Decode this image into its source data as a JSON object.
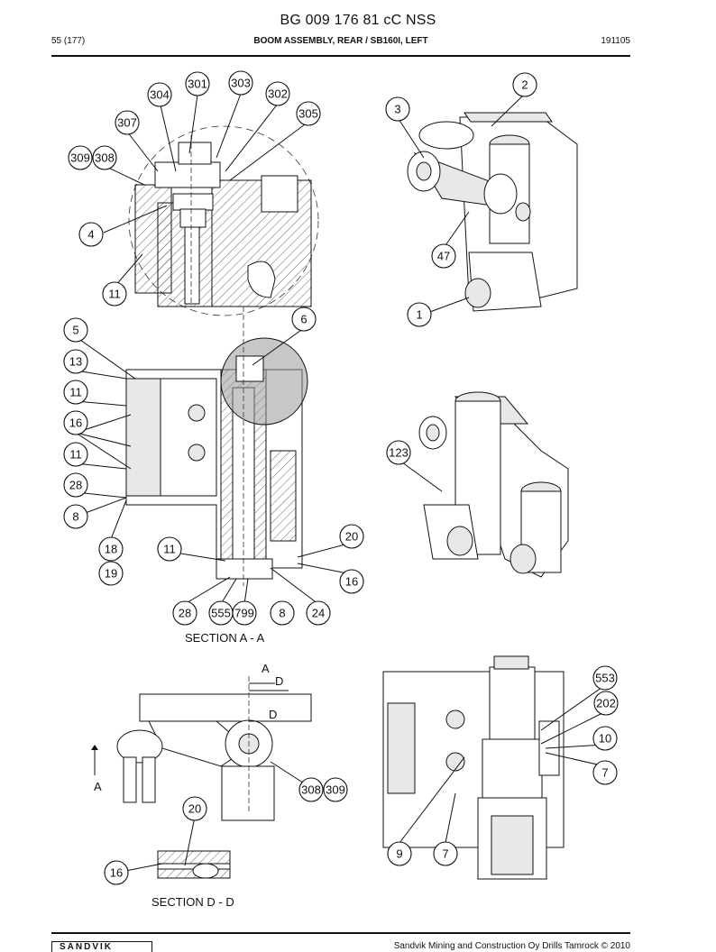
{
  "document": {
    "title": "BG 009 176 81 cC NSS",
    "page": "55 (177)",
    "section_title": "BOOM ASSEMBLY, REAR / SB160I, LEFT",
    "code": "191105"
  },
  "footer": {
    "logo": "SANDVIK",
    "copyright": "Sandvik Mining and Construction Oy Drills Tamrock © 2010"
  },
  "section_labels": {
    "section_aa": "SECTION A - A",
    "section_dd": "SECTION D - D",
    "arrow_a_top": "A",
    "arrow_d_top": "D",
    "arrow_d_mid": "D",
    "arrow_a_left": "A"
  },
  "callouts": [
    {
      "id": "c301",
      "label": "301"
    },
    {
      "id": "c303",
      "label": "303"
    },
    {
      "id": "c304",
      "label": "304"
    },
    {
      "id": "c302",
      "label": "302"
    },
    {
      "id": "c305",
      "label": "305"
    },
    {
      "id": "c307",
      "label": "307"
    },
    {
      "id": "c309a",
      "label": "309"
    },
    {
      "id": "c308a",
      "label": "308"
    },
    {
      "id": "c4",
      "label": "4"
    },
    {
      "id": "c11a",
      "label": "11"
    },
    {
      "id": "c2",
      "label": "2"
    },
    {
      "id": "c3",
      "label": "3"
    },
    {
      "id": "c47",
      "label": "47"
    },
    {
      "id": "c1",
      "label": "1"
    },
    {
      "id": "c5",
      "label": "5"
    },
    {
      "id": "c6",
      "label": "6"
    },
    {
      "id": "c13",
      "label": "13"
    },
    {
      "id": "c11b",
      "label": "11"
    },
    {
      "id": "c16a",
      "label": "16"
    },
    {
      "id": "c11c",
      "label": "11"
    },
    {
      "id": "c28a",
      "label": "28"
    },
    {
      "id": "c8a",
      "label": "8"
    },
    {
      "id": "c18",
      "label": "18"
    },
    {
      "id": "c19",
      "label": "19"
    },
    {
      "id": "c11d",
      "label": "11"
    },
    {
      "id": "c20a",
      "label": "20"
    },
    {
      "id": "c16b",
      "label": "16"
    },
    {
      "id": "c28b",
      "label": "28"
    },
    {
      "id": "c555",
      "label": "555"
    },
    {
      "id": "c799",
      "label": "799"
    },
    {
      "id": "c8b",
      "label": "8"
    },
    {
      "id": "c24",
      "label": "24"
    },
    {
      "id": "c123",
      "label": "123"
    },
    {
      "id": "c553",
      "label": "553"
    },
    {
      "id": "c202",
      "label": "202"
    },
    {
      "id": "c10",
      "label": "10"
    },
    {
      "id": "c7a",
      "label": "7"
    },
    {
      "id": "c308b",
      "label": "308"
    },
    {
      "id": "c309b",
      "label": "309"
    },
    {
      "id": "c20b",
      "label": "20"
    },
    {
      "id": "c9",
      "label": "9"
    },
    {
      "id": "c7b",
      "label": "7"
    },
    {
      "id": "c16c",
      "label": "16"
    }
  ]
}
